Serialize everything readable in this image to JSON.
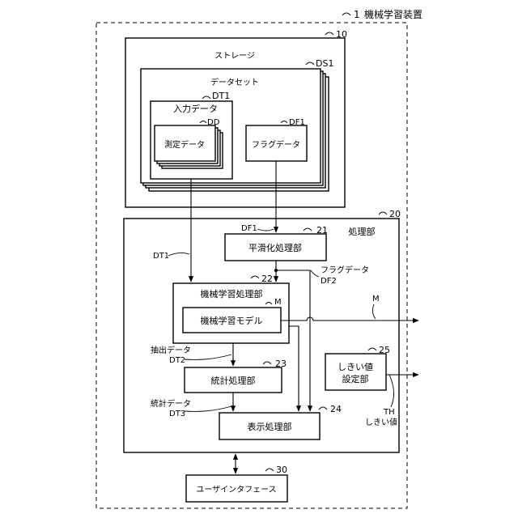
{
  "device": {
    "ref": "1",
    "title": "機械学習装置"
  },
  "storage": {
    "ref": "10",
    "title": "ストレージ"
  },
  "dataset": {
    "ref": "DS1",
    "title": "データセット"
  },
  "input_data": {
    "ref": "DT1",
    "title": "入力データ"
  },
  "measured_data": {
    "ref": "DD",
    "title": "測定データ"
  },
  "flag_data": {
    "ref": "DF1",
    "title": "フラグデータ"
  },
  "processing": {
    "ref": "20",
    "title": "処理部"
  },
  "smoothing": {
    "ref": "21",
    "title": "平滑化処理部"
  },
  "ml_processing": {
    "ref": "22",
    "title": "機械学習処理部"
  },
  "ml_model": {
    "ref": "M",
    "title": "機械学習モデル"
  },
  "statistics": {
    "ref": "23",
    "title": "統計処理部"
  },
  "display": {
    "ref": "24",
    "title": "表示処理部"
  },
  "threshold_setter": {
    "ref": "25",
    "title_line1": "しきい値",
    "title_line2": "設定部"
  },
  "user_interface": {
    "ref": "30",
    "title": "ユーザインタフェース"
  },
  "signals": {
    "df1": "DF1",
    "dt1": "DT1",
    "flag_label": "フラグデータ",
    "df2": "DF2",
    "m_out": "M",
    "extract_label": "抽出データ",
    "dt2": "DT2",
    "stats_label": "統計データ",
    "dt3": "DT3",
    "th_ref": "TH",
    "th_label": "しきい値"
  }
}
